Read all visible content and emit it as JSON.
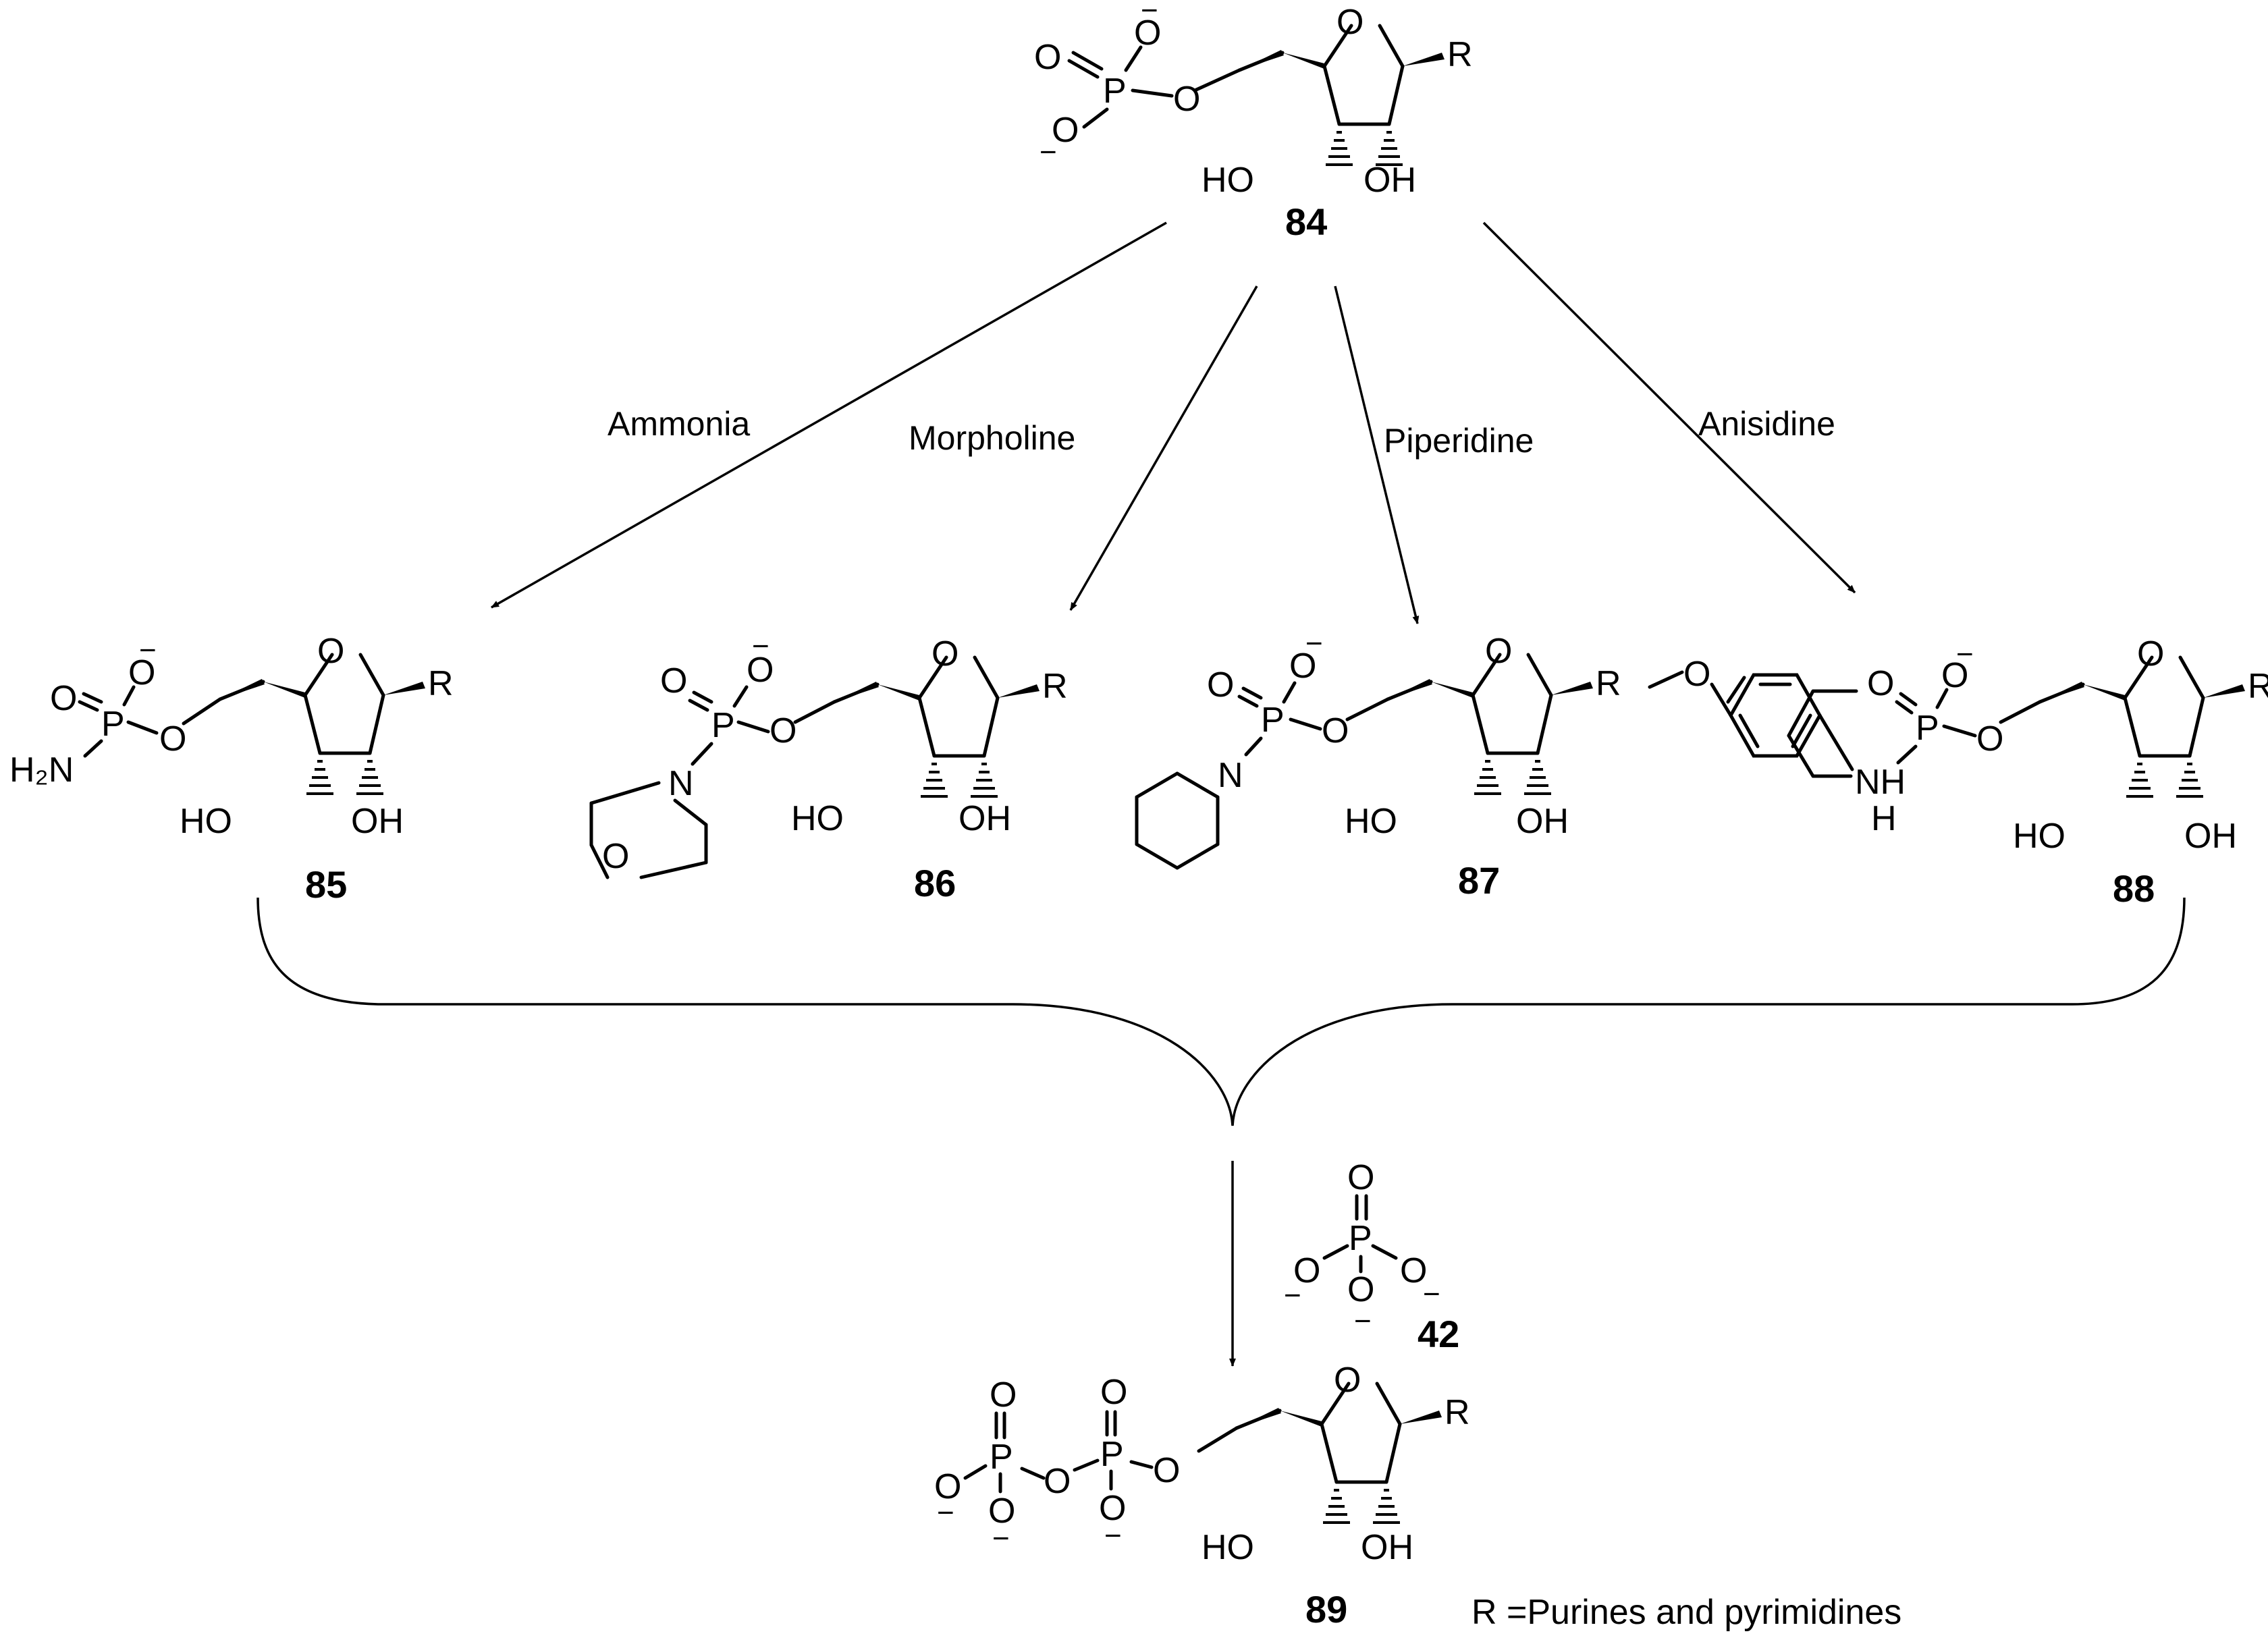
{
  "compounds": {
    "c84": "84",
    "c85": "85",
    "c86": "86",
    "c87": "87",
    "c88": "88",
    "c89": "89",
    "c42": "42"
  },
  "reagents": {
    "ammonia": "Ammonia",
    "morpholine": "Morpholine",
    "piperidine": "Piperidine",
    "anisidine": "Anisidine"
  },
  "atoms": {
    "O": "O",
    "P": "P",
    "N": "N",
    "H": "H",
    "R": "R",
    "HO": "HO",
    "OH": "OH",
    "H2N": "H₂N",
    "NH": "NH",
    "minus": "−"
  },
  "footnote": "R =Purines and pyrimidines"
}
